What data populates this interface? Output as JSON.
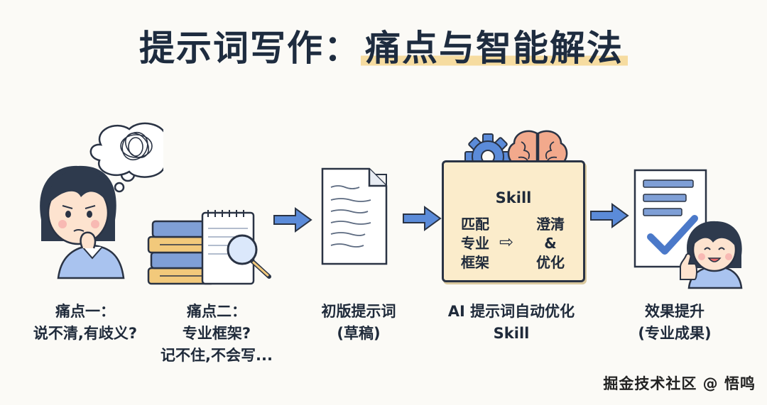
{
  "title": {
    "prefix": "提示词写作：",
    "highlight": "痛点与智能解法"
  },
  "thought_bubble": {
    "question_mark": "?"
  },
  "steps": [
    {
      "line1": "痛点一：",
      "line2": "说不清,有歧义?",
      "line3": ""
    },
    {
      "line1": "痛点二：",
      "line2": "专业框架?",
      "line3": "记不住,不会写..."
    },
    {
      "line1": "初版提示词",
      "line2": "(草稿)",
      "line3": ""
    },
    {
      "line1": "AI 提示词自动优化",
      "line2": "Skill",
      "line3": ""
    },
    {
      "line1": "效果提升",
      "line2": "(专业成果)",
      "line3": ""
    }
  ],
  "skill_box": {
    "title": "Skill",
    "left_col": [
      "匹配",
      "专业",
      "框架"
    ],
    "arrow": "⇨",
    "right_col": [
      "澄清",
      "&",
      "优化"
    ]
  },
  "watermark": "掘金技术社区 @ 悟鸣",
  "colors": {
    "accent_blue": "#5b8bd9",
    "highlight": "#f6dca0",
    "skill_bg": "#fbeccb",
    "ink": "#1f2a3a"
  }
}
